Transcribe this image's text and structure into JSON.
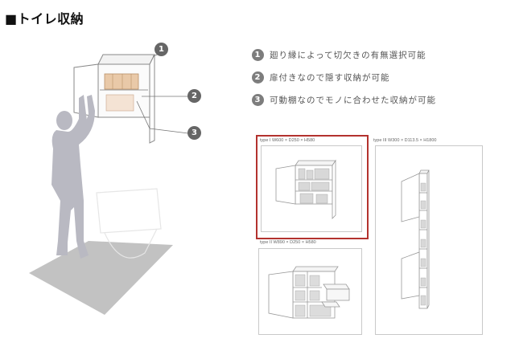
{
  "title": "■トイレ収納",
  "features": [
    {
      "num": "1",
      "text": "廻り縁によって切欠きの有無選択可能"
    },
    {
      "num": "2",
      "text": "扉付きなので隠す収納が可能"
    },
    {
      "num": "3",
      "text": "可動棚なのでモノに合わせた収納が可能"
    }
  ],
  "callouts": [
    "1",
    "2",
    "3"
  ],
  "types": [
    {
      "label": "type I",
      "dims": "W600 × D250 × H580"
    },
    {
      "label": "type II",
      "dims": "W890 × D250 × H580"
    },
    {
      "label": "type III",
      "dims": "W300 × D113.5 × H1800"
    }
  ]
}
